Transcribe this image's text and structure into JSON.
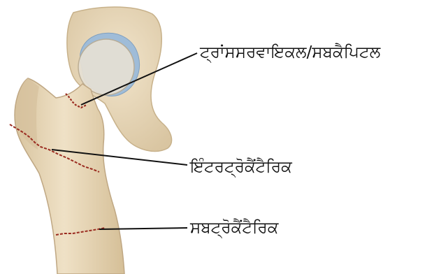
{
  "diagram": {
    "labels": [
      {
        "id": "transcervical",
        "text": "ਟ੍ਰਾਂਸਸਰਵਾਇਕਲ/ਸਬਕੈਪਿਟਲ"
      },
      {
        "id": "intertrochanteric",
        "text": "ਇੰਟਰਟ੍ਰੋਕੈਂਟੈਰਿਕ"
      },
      {
        "id": "subtrochanteric",
        "text": "ਸਬਟ੍ਰੋਕੈਂਟੈਰਿਕ"
      }
    ],
    "colors": {
      "bone": "#ead9bb",
      "bone_shadow": "#c9b48f",
      "cartilage": "#9fbcd8",
      "fracture": "#9a2a1f",
      "leader": "#111111"
    }
  }
}
